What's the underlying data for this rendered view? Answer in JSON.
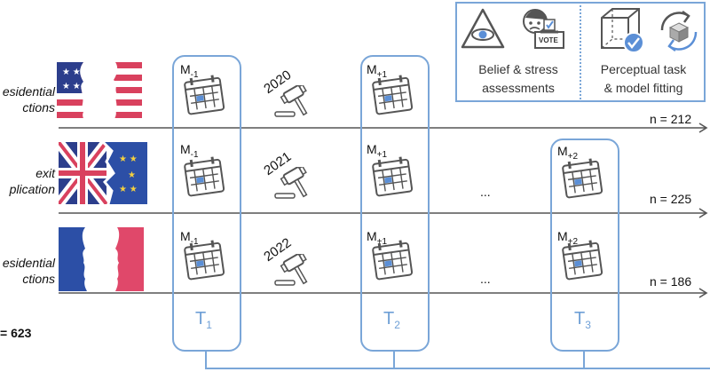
{
  "rows": [
    {
      "label_line1": "esidential",
      "label_line2": "ctions",
      "year": "2020",
      "n": "n = 212"
    },
    {
      "label_line1": "exit",
      "label_line2": "plication",
      "year": "2021",
      "n": "n = 225"
    },
    {
      "label_line1": "esidential",
      "label_line2": "ctions",
      "year": "2022",
      "n": "n = 186"
    }
  ],
  "m_labels": {
    "m_base": "M",
    "m_minus1": "-1",
    "m_plus1": "+1",
    "m_plus2": "+2"
  },
  "timepoints": [
    {
      "base": "T",
      "sub": "1"
    },
    {
      "base": "T",
      "sub": "2"
    },
    {
      "base": "T",
      "sub": "3"
    }
  ],
  "ellipsis": "...",
  "total": "= 623",
  "legend": {
    "belief_line1": "Belief & stress",
    "belief_line2": "assessments",
    "task_line1": "Perceptual task",
    "task_line2": "& model fitting",
    "vote_text": "VOTE"
  },
  "colors": {
    "accent": "#7aa6d8",
    "calendar": "#555555",
    "cell": "#5b8fd6"
  },
  "icons": [
    "us-flag-faces-icon",
    "uk-eu-flag-icon",
    "france-flag-faces-icon",
    "calendar-icon",
    "gavel-icon",
    "eye-triangle-icon",
    "vote-stress-icon",
    "cube-check-icon",
    "cube-refresh-icon"
  ]
}
